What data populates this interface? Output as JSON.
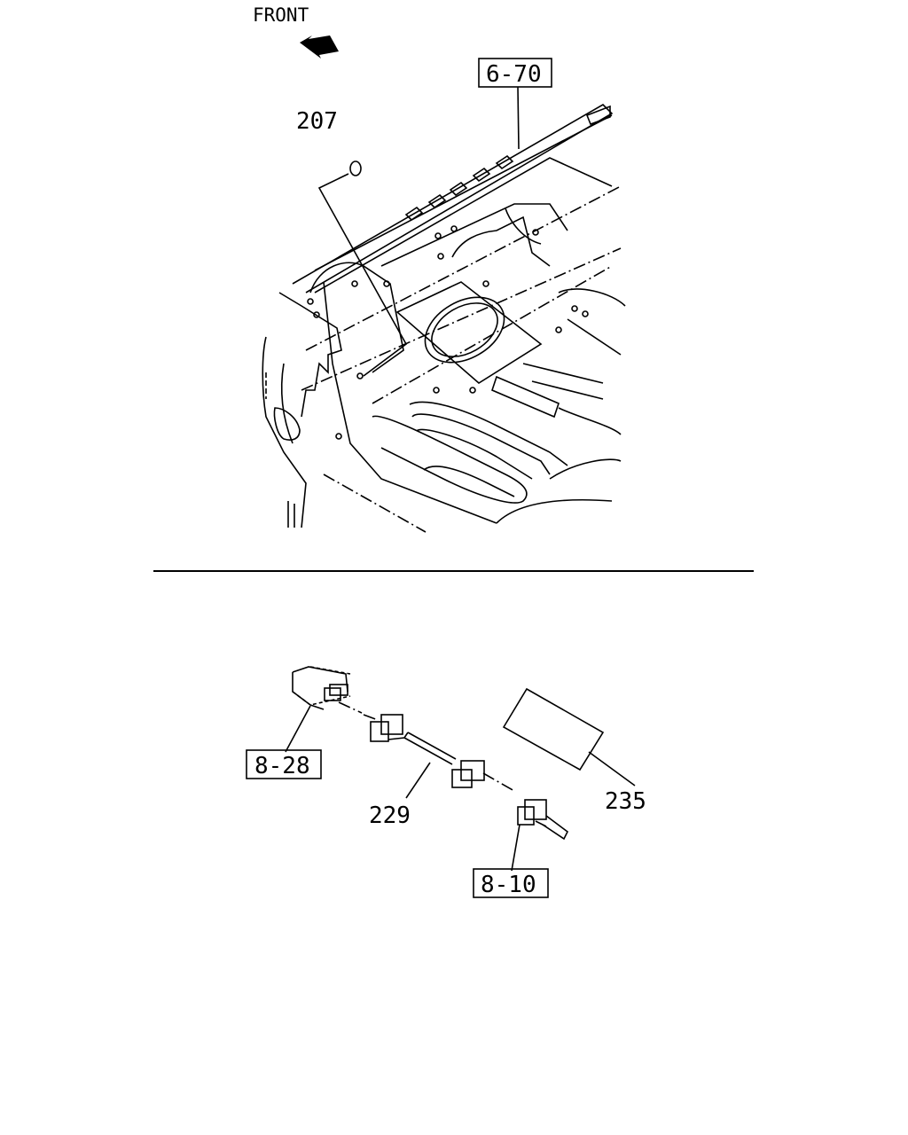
{
  "direction": {
    "text": "FRONT",
    "icon": "front-arrow-icon"
  },
  "references": {
    "upper_ref": "6-70",
    "left_ref": "8-28",
    "lower_ref": "8-10"
  },
  "callouts": {
    "grommet": "207",
    "harness": "229",
    "label_sheet": "235"
  },
  "colors": {
    "ink": "#000000",
    "paper": "#ffffff"
  }
}
